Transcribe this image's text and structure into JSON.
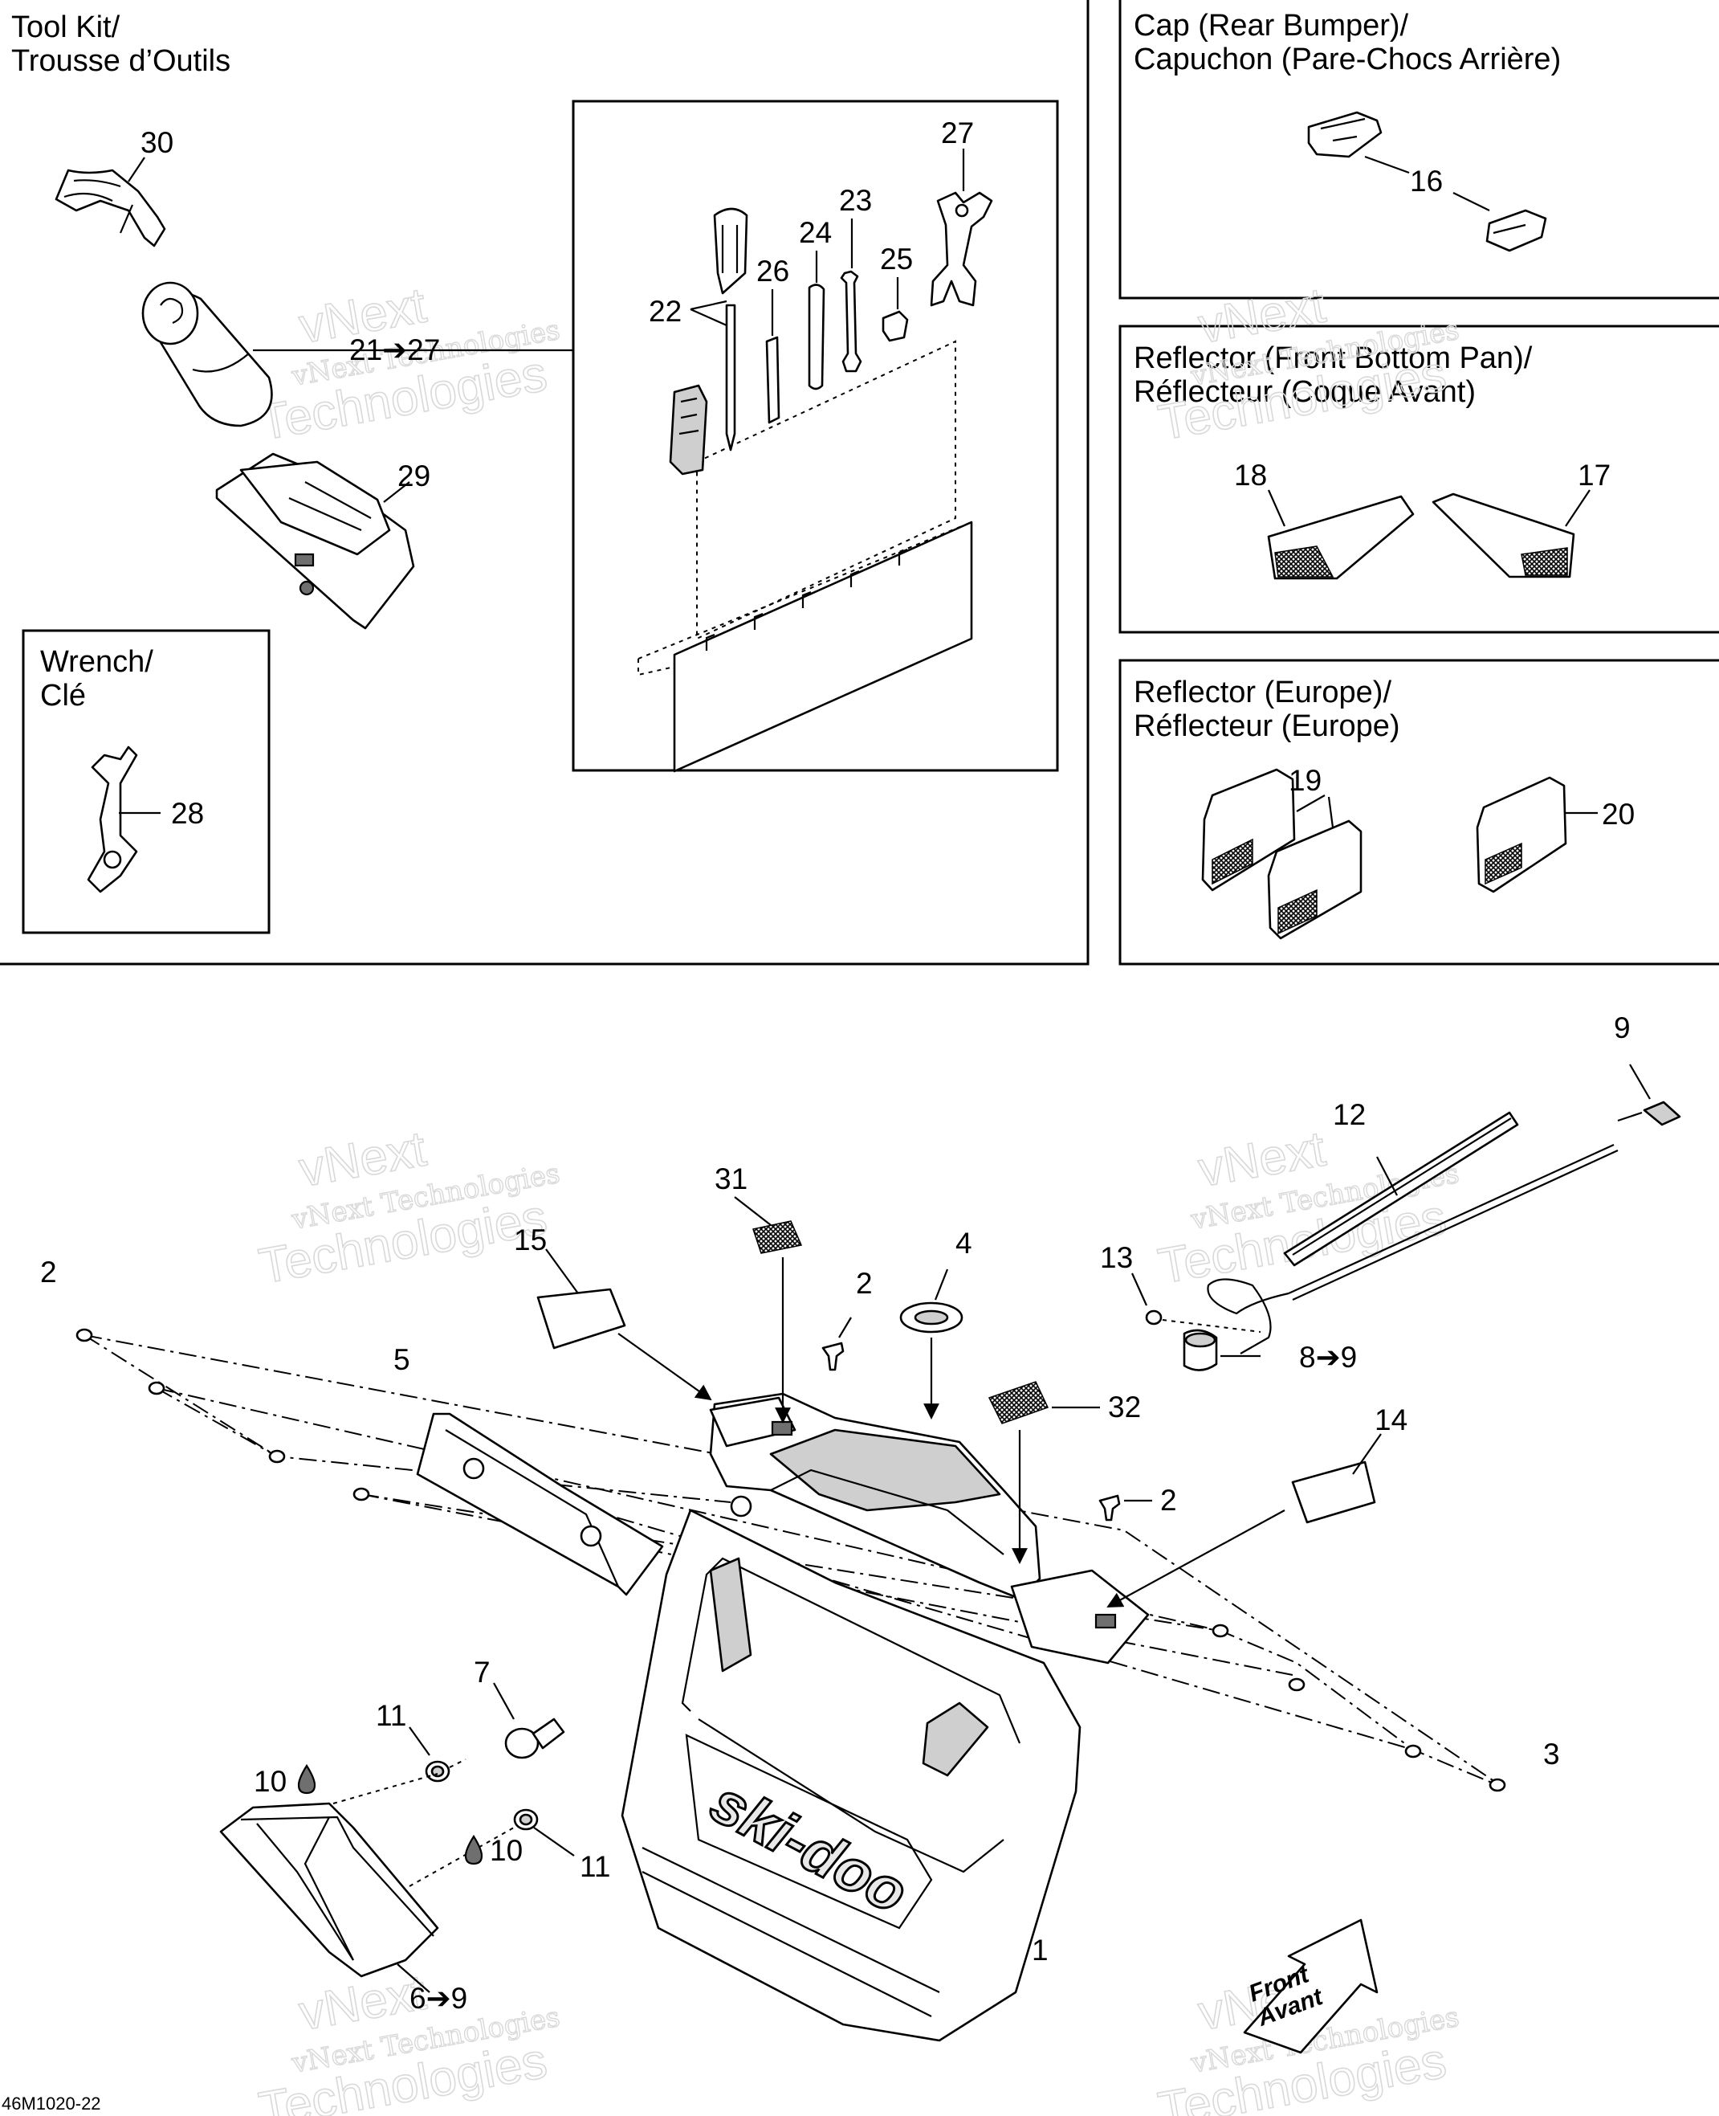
{
  "panels": {
    "tool_kit": "Tool Kit/\nTrousse d’Outils",
    "wrench": "Wrench/\nClé",
    "cap": "Cap (Rear Bumper)/\nCapuchon (Pare-Chocs Arrière)",
    "reflector_front": "Reflector (Front Bottom Pan)/\nRéflecteur (Coque Avant)",
    "reflector_europe": "Reflector (Europe)/\nRéflecteur (Europe)"
  },
  "callouts": {
    "c30": "30",
    "c21_27": "21➔27",
    "c29": "29",
    "c28": "28",
    "c27": "27",
    "c23": "23",
    "c24": "24",
    "c25": "25",
    "c26": "26",
    "c22": "22",
    "c16": "16",
    "c18": "18",
    "c17": "17",
    "c19": "19",
    "c20": "20",
    "c9": "9",
    "c12": "12",
    "c31": "31",
    "c4": "4",
    "c15": "15",
    "c13": "13",
    "c2a": "2",
    "c2b": "2",
    "c2c": "2",
    "c8_9": "8➔9",
    "c5": "5",
    "c32": "32",
    "c14": "14",
    "c3": "3",
    "c7": "7",
    "c11a": "11",
    "c11b": "11",
    "c10a": "10",
    "c10b": "10",
    "c1": "1",
    "c6_9": "6➔9"
  },
  "brand_logo": "ski-doo",
  "direction_arrow": "Front\nAvant",
  "reference_code": "46M1020-22",
  "watermark": {
    "line1": "vNext",
    "line2": "vNext Technologies",
    "line3": "Technologies"
  },
  "icons": {
    "sealant": "droplet-icon",
    "arrow": "right-arrow-glyph"
  }
}
